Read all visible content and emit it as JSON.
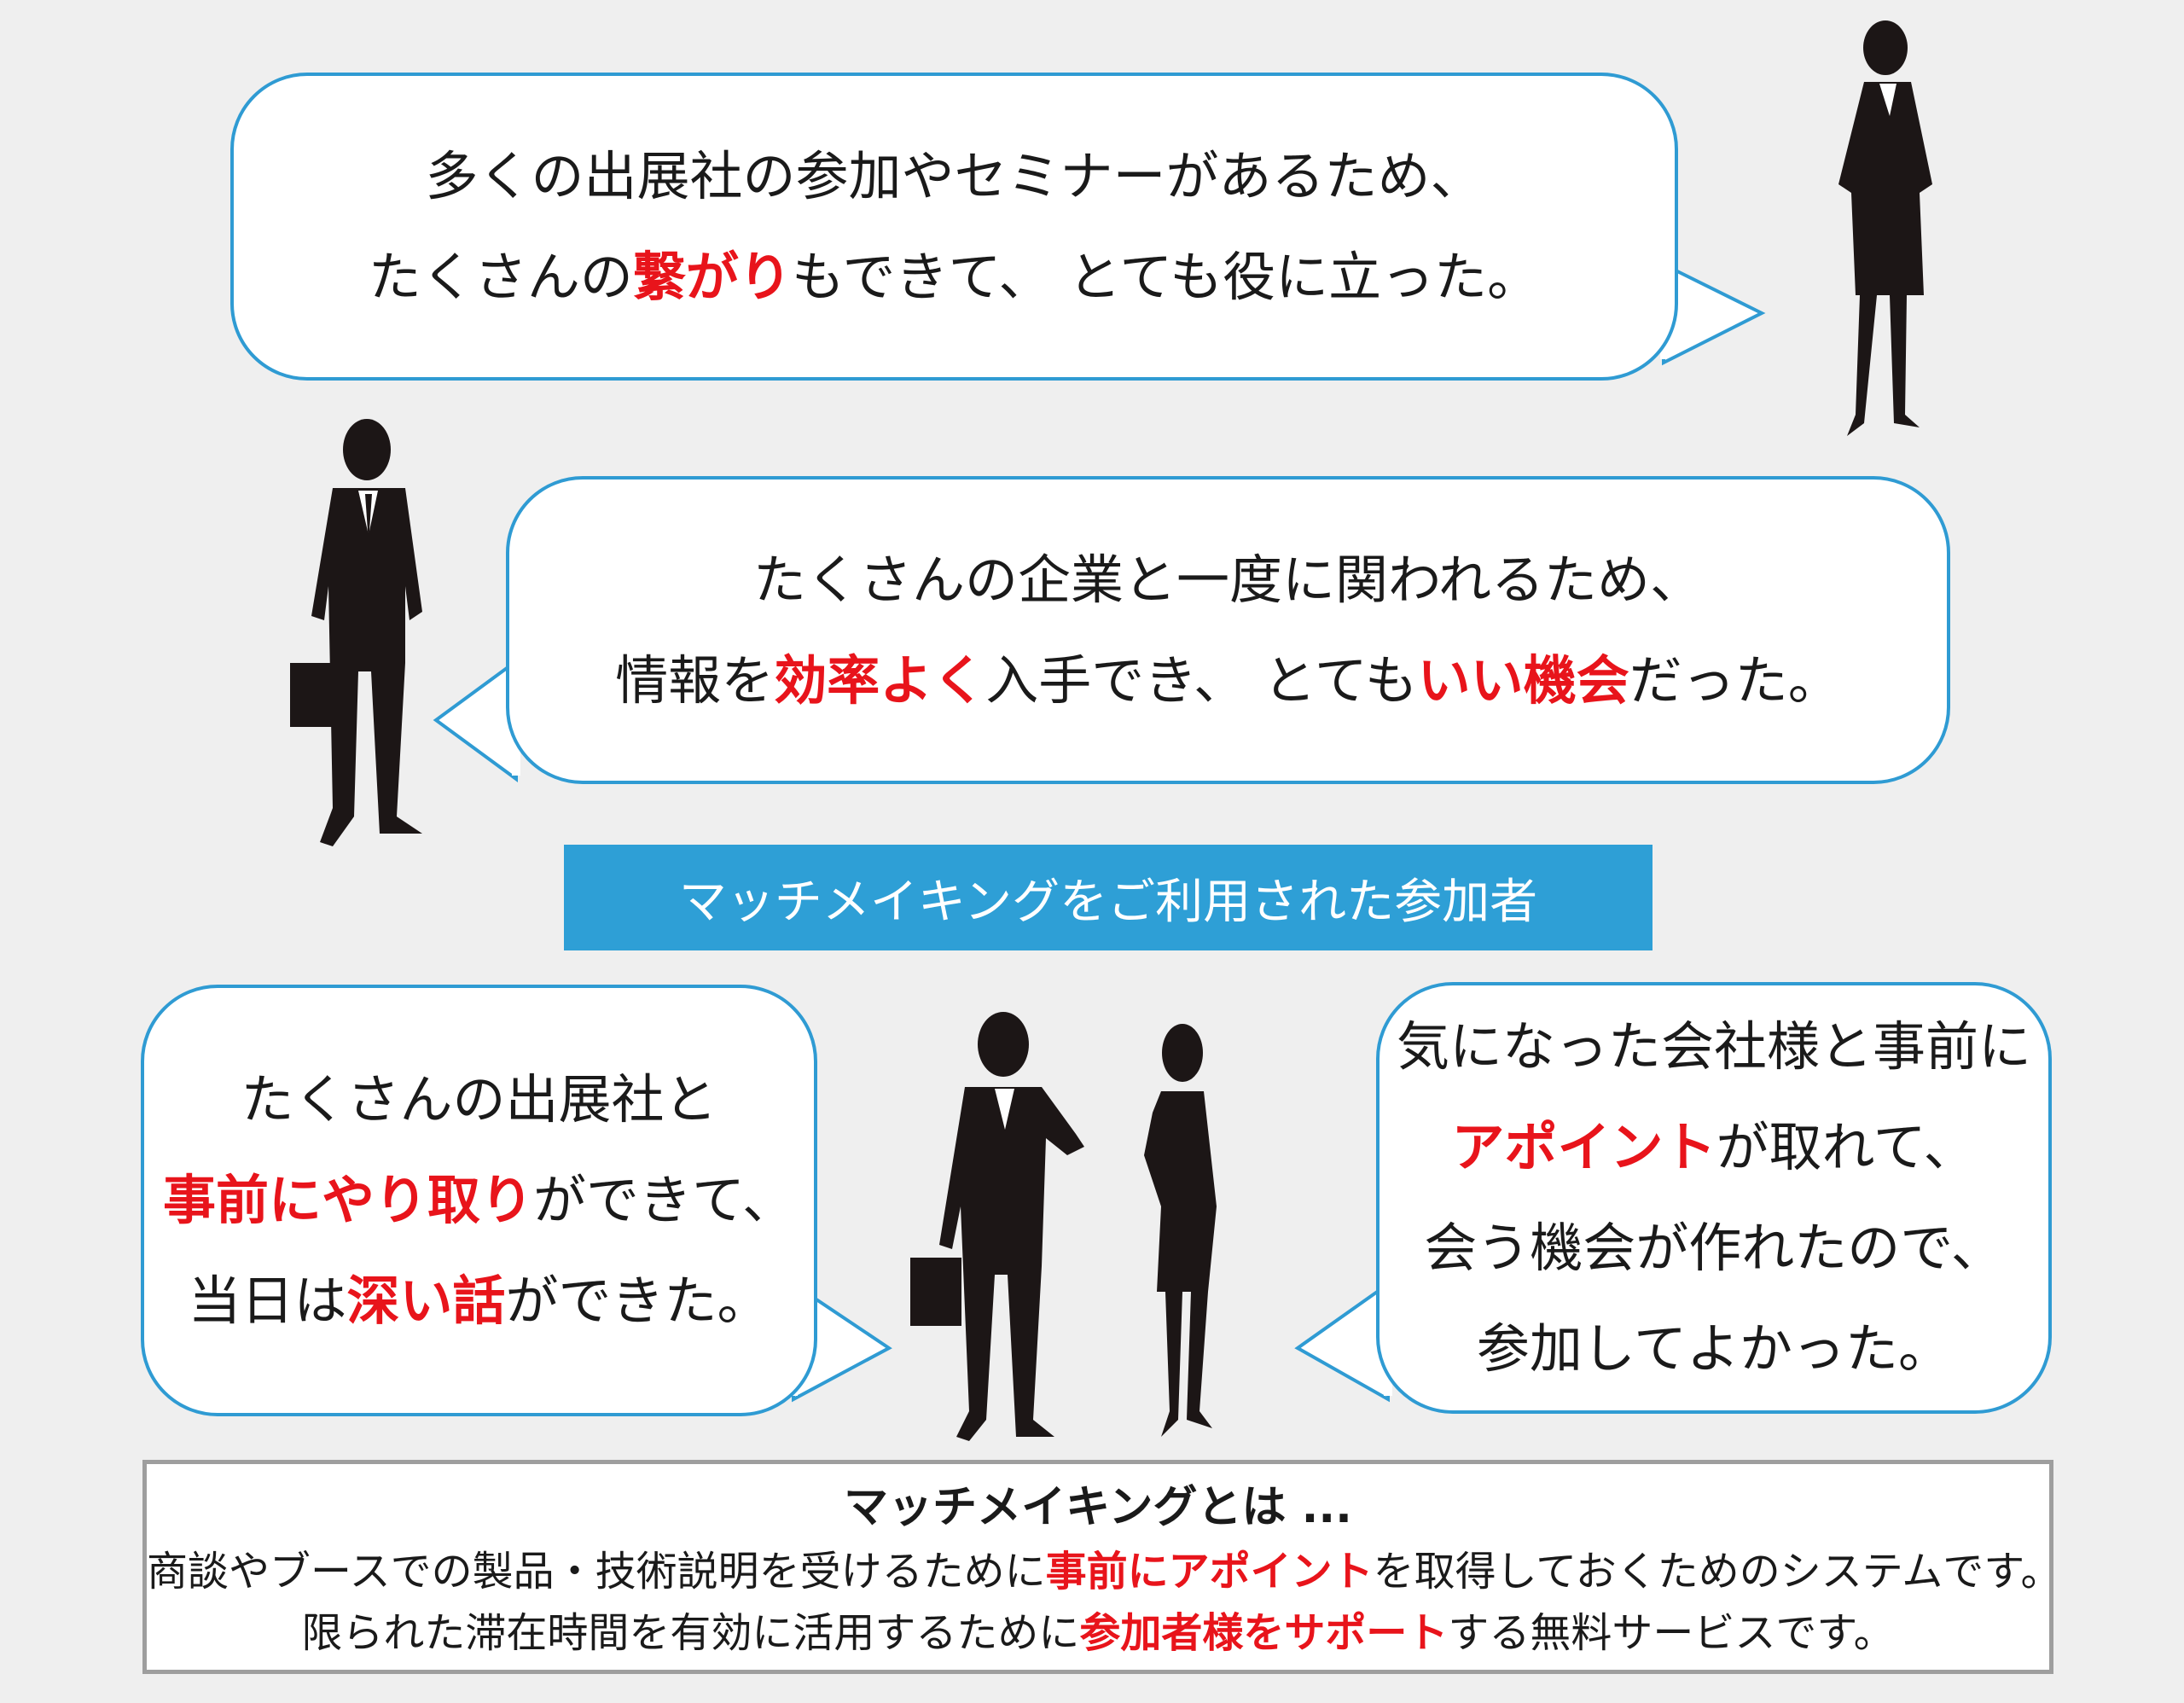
{
  "bubbles": [
    {
      "lines": [
        [
          {
            "t": "多くの出展社の参加やセミナーがあるため、",
            "h": false
          }
        ],
        [
          {
            "t": "たくさんの",
            "h": false
          },
          {
            "t": "繋がり",
            "h": true
          },
          {
            "t": "もできて、 とても役に立った。",
            "h": false
          }
        ]
      ]
    },
    {
      "lines": [
        [
          {
            "t": "たくさんの企業と一度に関われるため、",
            "h": false
          }
        ],
        [
          {
            "t": "情報を",
            "h": false
          },
          {
            "t": "効率よく",
            "h": true
          },
          {
            "t": "入手でき、 とても",
            "h": false
          },
          {
            "t": "いい機会",
            "h": true
          },
          {
            "t": "だった。",
            "h": false
          }
        ]
      ]
    },
    {
      "lines": [
        [
          {
            "t": "たくさんの出展社と",
            "h": false
          }
        ],
        [
          {
            "t": "事前にやり取り",
            "h": true
          },
          {
            "t": "ができて、",
            "h": false
          }
        ],
        [
          {
            "t": "当日は",
            "h": false
          },
          {
            "t": "深い話",
            "h": true
          },
          {
            "t": "ができた。",
            "h": false
          }
        ]
      ]
    },
    {
      "lines": [
        [
          {
            "t": "気になった会社様と事前に",
            "h": false
          }
        ],
        [
          {
            "t": "アポイント",
            "h": true
          },
          {
            "t": "が取れて、",
            "h": false
          }
        ],
        [
          {
            "t": "会う機会が作れたので、",
            "h": false
          }
        ],
        [
          {
            "t": "参加してよかった。",
            "h": false
          }
        ]
      ]
    }
  ],
  "banner": "マッチメイキングをご利用された参加者",
  "info": {
    "title": "マッチメイキングとは ...",
    "lines": [
      [
        {
          "t": "商談やブースでの製品・技術説明を受けるために",
          "h": false
        },
        {
          "t": "事前にアポイント",
          "h": true
        },
        {
          "t": "を取得しておくためのシステムです。",
          "h": false
        }
      ],
      [
        {
          "t": "限られた滞在時間を有効に活用するために",
          "h": false
        },
        {
          "t": "参加者様をサポート",
          "h": true
        },
        {
          "t": "する無料サービスです。",
          "h": false
        }
      ]
    ]
  },
  "colors": {
    "accent": "#2e9fd6",
    "highlight": "#e8141b",
    "border": "#2f9bd3"
  }
}
